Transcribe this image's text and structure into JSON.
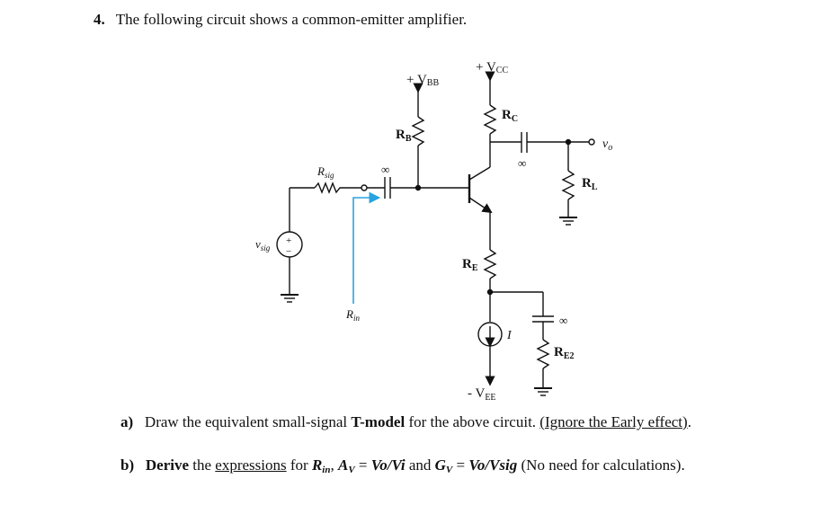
{
  "question": {
    "number": "4.",
    "prompt": "The following circuit shows a common-emitter amplifier."
  },
  "circuit": {
    "labels": {
      "vcc": "+ V",
      "vcc_sub": "CC",
      "vbb": "+ V",
      "vbb_sub": "BB",
      "rc": "R",
      "rc_sub": "C",
      "rb": "R",
      "rb_sub": "B",
      "rsig": "R",
      "rsig_sub": "sig",
      "vsig": "v",
      "vsig_sub": "sig",
      "rl": "R",
      "rl_sub": "L",
      "re": "R",
      "re_sub": "E",
      "re2": "R",
      "re2_sub": "E2",
      "rin": "R",
      "rin_sub": "in",
      "vo": "v",
      "vo_sub": "o",
      "vee": "- V",
      "vee_sub": "EE",
      "current": "I",
      "infinity": "∞",
      "plus": "+",
      "minus": "−"
    },
    "colors": {
      "wire": "#111111",
      "rin_indicator": "#29a3e0"
    }
  },
  "parts": {
    "a": {
      "label": "a)",
      "text1": "Draw the equivalent small-signal",
      "model": "T-model",
      "text2": "for the above circuit.",
      "note": "(Ignore the Early effect)",
      "end": "."
    },
    "b": {
      "label": "b)",
      "derive": "Derive",
      "the": "the",
      "expressions": "expressions",
      "for": "for",
      "rin_r": "R",
      "rin_sub": "in",
      "comma1": ",",
      "av": "A",
      "av_sub": "V",
      "eq1": "=",
      "vo_num": "Vo",
      "slash1": "/",
      "vi_den": "Vi",
      "and": "and",
      "gv": "G",
      "gv_sub": "V",
      "eq2": "=",
      "vo_num2": "Vo",
      "slash2": "/",
      "vsig_den": "Vsig",
      "note": "(No need for calculations)."
    }
  }
}
